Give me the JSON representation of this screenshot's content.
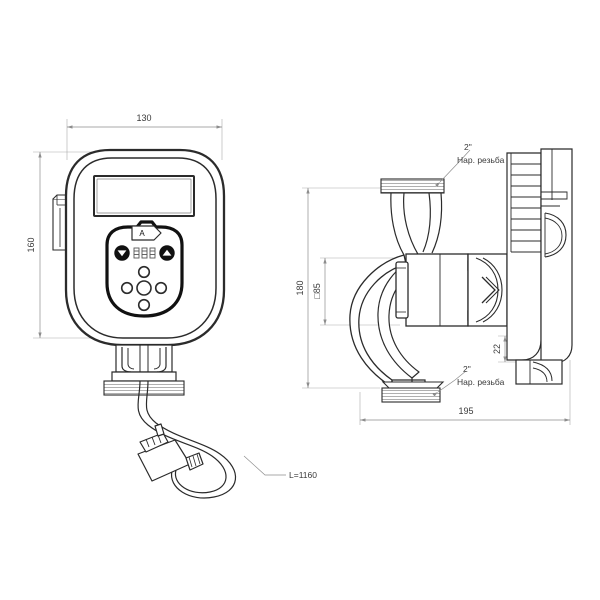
{
  "drawing": {
    "type": "technical-dimensional-drawing",
    "subject": "circulation pump",
    "background_color": "#ffffff",
    "line_color": "#2b2b2b",
    "dim_line_color": "#8d8d8d",
    "text_color": "#3a3a3a",
    "hatch_color": "#6e6e6e"
  },
  "views": {
    "front": {
      "name": "front-view",
      "dimensions": {
        "width_label": "130",
        "height_label": "160"
      },
      "control_panel": {
        "auto_badge": "A",
        "buttons": [
          "down-arrow-button",
          "up-arrow-button"
        ],
        "led_bars": 3,
        "keypad_circles": 5
      },
      "cable": {
        "length_label": "L=1160"
      }
    },
    "side": {
      "name": "side-view",
      "dimensions": {
        "overall_height_label": "180",
        "body_height_label": "□85",
        "overall_length_label": "195",
        "offset_label": "22"
      },
      "callouts": [
        {
          "size": "2\"",
          "text": "Нар. резьба",
          "position": "top"
        },
        {
          "size": "2\"",
          "text": "Нар. резьба",
          "position": "bottom"
        }
      ]
    }
  }
}
